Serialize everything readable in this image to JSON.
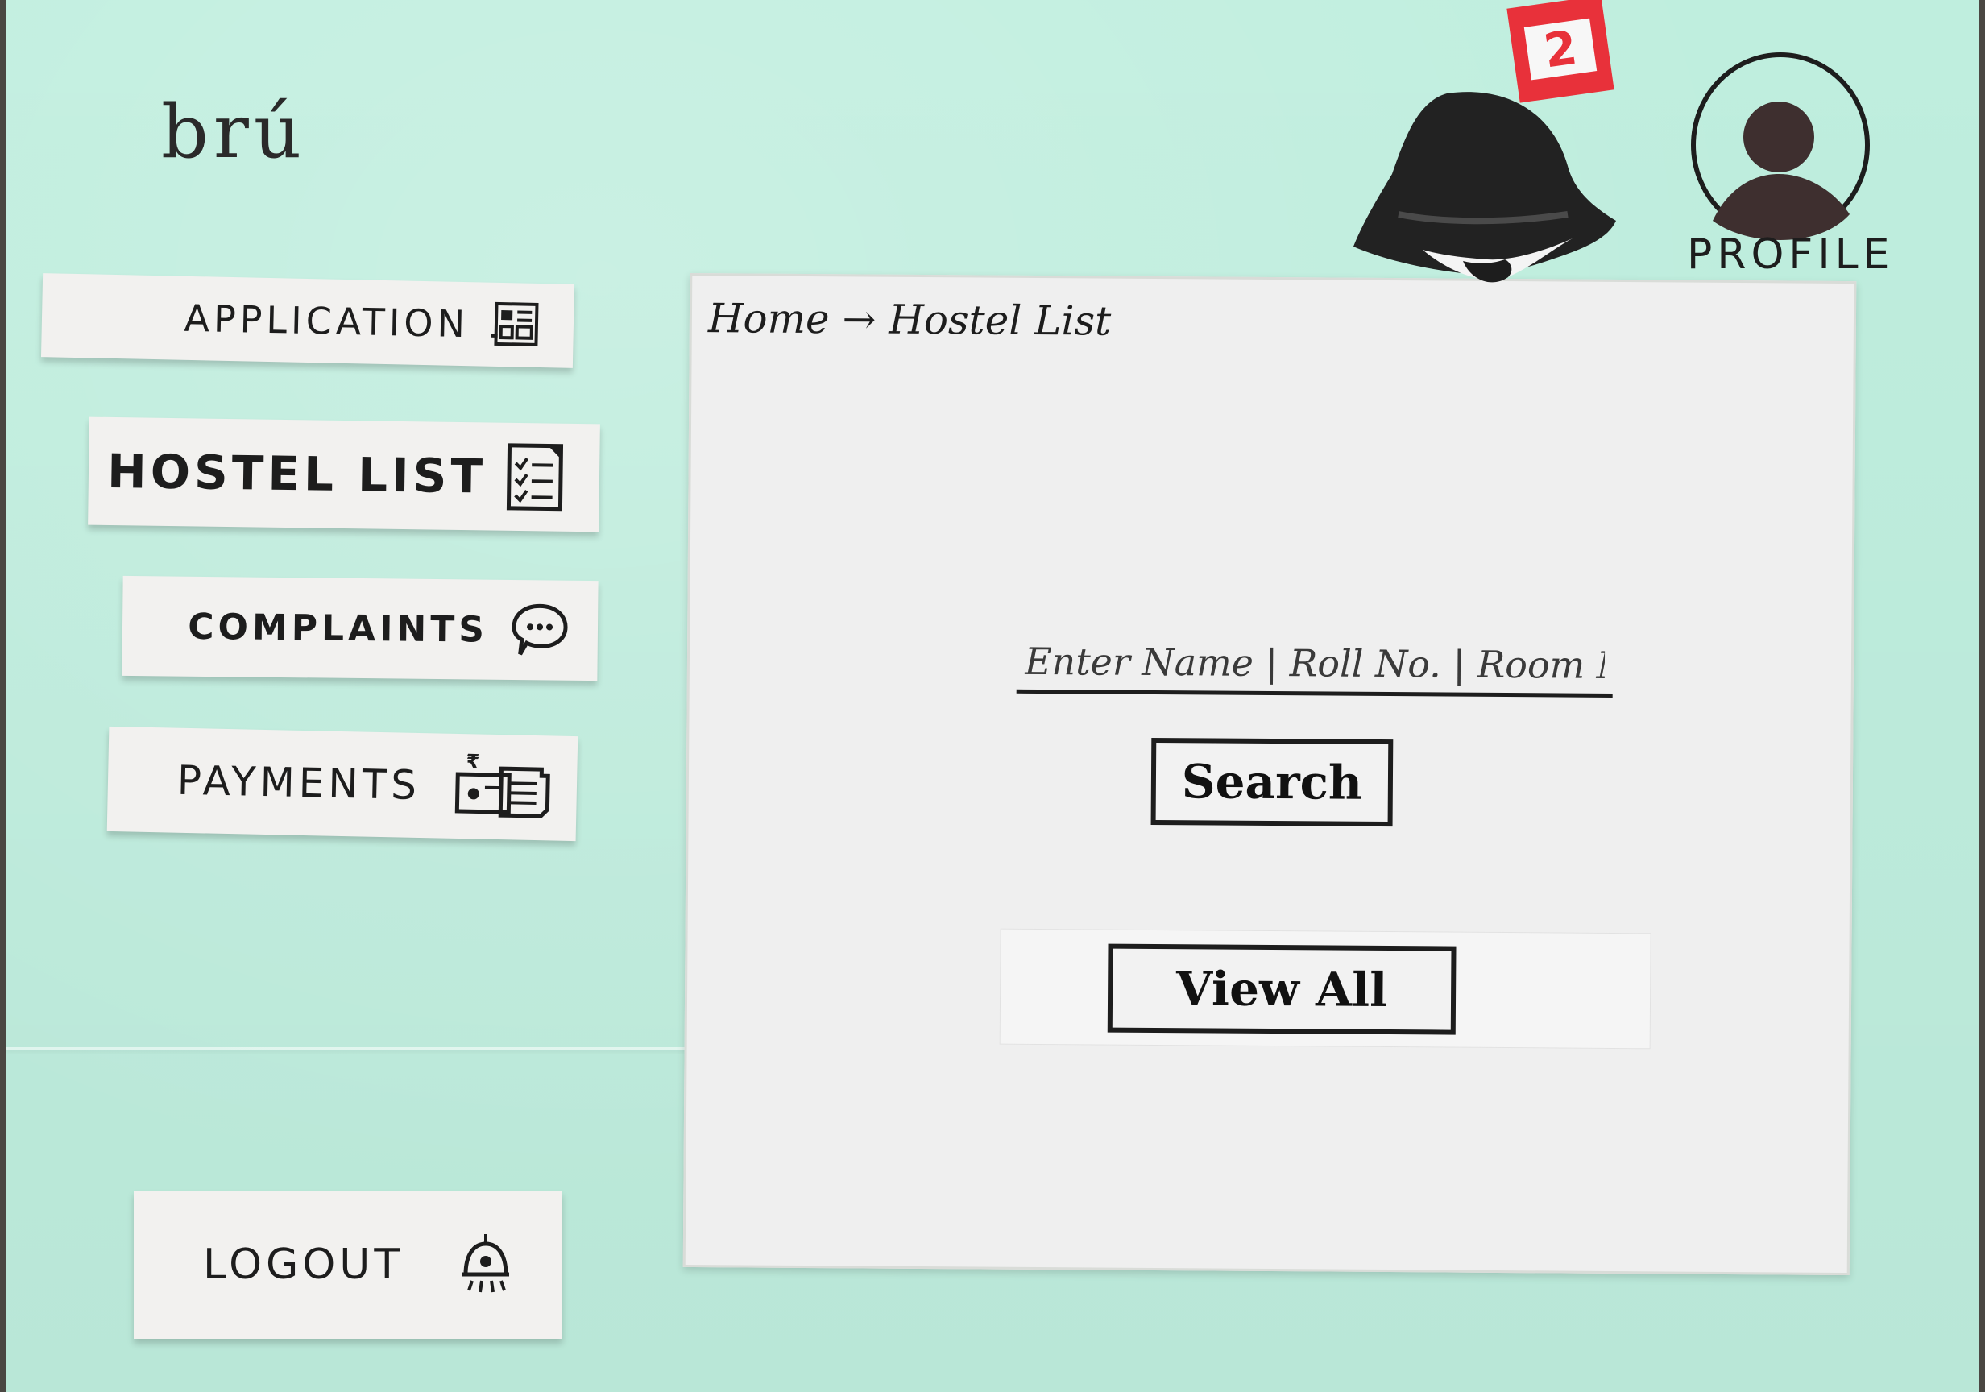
{
  "app": {
    "logo": "brú"
  },
  "sidebar": {
    "items": [
      {
        "label": "APPLICATION",
        "icon": "application-form-icon"
      },
      {
        "label": "HOSTEL LIST",
        "icon": "checklist-icon"
      },
      {
        "label": "COMPLAINTS",
        "icon": "chat-bubble-icon"
      },
      {
        "label": "PAYMENTS",
        "icon": "payment-icon"
      }
    ],
    "logout": {
      "label": "LOGOUT",
      "icon": "logout-lamp-icon"
    }
  },
  "header": {
    "notifications": {
      "icon": "bell-icon",
      "count": "2"
    },
    "profile": {
      "label": "PROFILE",
      "icon": "avatar-icon"
    }
  },
  "main": {
    "breadcrumb": "Home → Hostel List",
    "search": {
      "placeholder": "Enter Name | Roll No. | Room No.",
      "value": ""
    },
    "search_button": "Search",
    "view_all_button": "View All"
  },
  "colors": {
    "background": "#bfeede",
    "panel": "#efefef",
    "badge": "#e8313a",
    "ink": "#1d1d1d"
  }
}
